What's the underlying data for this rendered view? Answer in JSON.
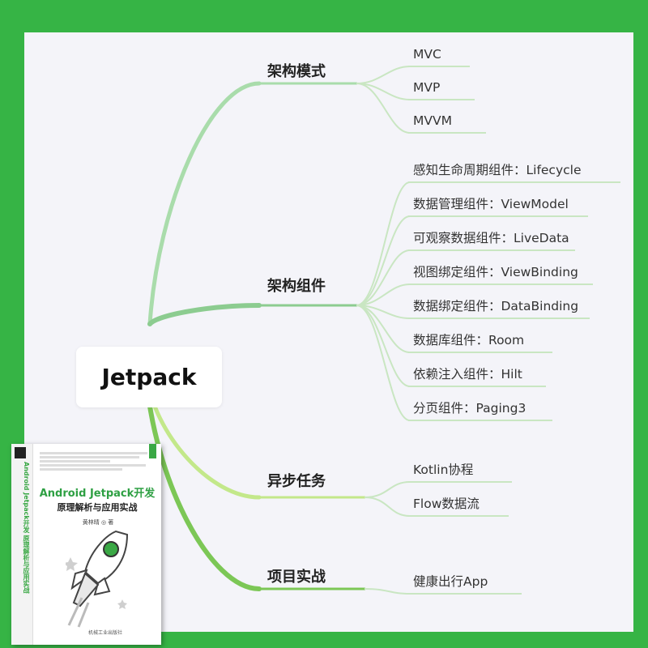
{
  "root": {
    "label": "Jetpack"
  },
  "branches": [
    {
      "label": "架构模式",
      "color": "#a9dcab",
      "children": [
        "MVC",
        "MVP",
        "MVVM"
      ]
    },
    {
      "label": "架构组件",
      "color": "#8ccc90",
      "children": [
        "感知生命周期组件：Lifecycle",
        "数据管理组件：ViewModel",
        "可观察数据组件：LiveData",
        "视图绑定组件：ViewBinding",
        "数据绑定组件：DataBinding",
        "数据库组件：Room",
        "依赖注入组件：Hilt",
        "分页组件：Paging3"
      ]
    },
    {
      "label": "异步任务",
      "color": "#c3e88a",
      "children": [
        "Kotlin协程",
        "Flow数据流"
      ]
    },
    {
      "label": "项目实战",
      "color": "#7cc756",
      "children": [
        "健康出行App"
      ]
    }
  ],
  "book": {
    "title": "Android Jetpack开发",
    "subtitle": "原理解析与应用实战",
    "author": "黄林晴 ◎ 著",
    "publisher": "机械工业出版社",
    "spine_title": "Android Jetpack开发 原理解析与应用实战",
    "accent": "#3aa845"
  },
  "colors": {
    "outer_border": "#36b445",
    "canvas": "#f4f4f9",
    "leaf_line": "#c9e6c2"
  }
}
